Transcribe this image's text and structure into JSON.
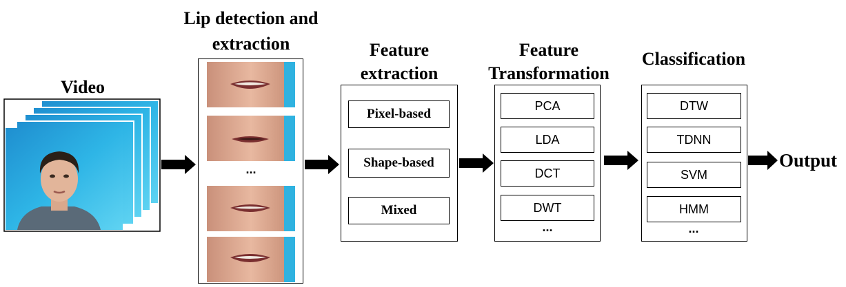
{
  "stages": {
    "video": {
      "title": "Video"
    },
    "lip": {
      "title_line1": "Lip detection and",
      "title_line2": "extraction",
      "ellipsis": "..."
    },
    "feature_extraction": {
      "title_line1": "Feature",
      "title_line2": "extraction",
      "items": [
        "Pixel-based",
        "Shape-based",
        "Mixed"
      ]
    },
    "feature_transformation": {
      "title_line1": "Feature",
      "title_line2": "Transformation",
      "items": [
        "PCA",
        "LDA",
        "DCT",
        "DWT"
      ],
      "ellipsis": "..."
    },
    "classification": {
      "title": "Classification",
      "items": [
        "DTW",
        "TDNN",
        "SVM",
        "HMM"
      ],
      "ellipsis": "..."
    }
  },
  "output_label": "Output"
}
